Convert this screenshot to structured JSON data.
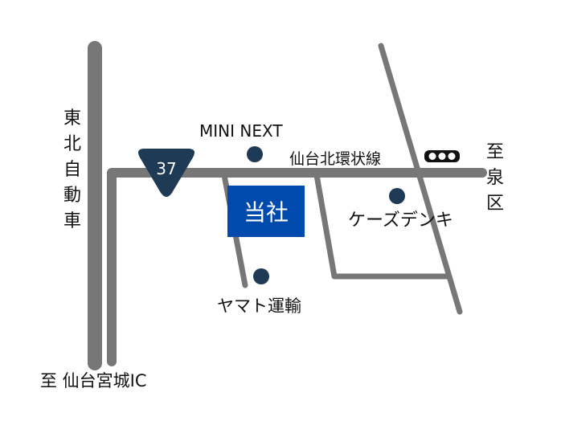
{
  "labels": {
    "expressway": "東北自動車",
    "to_izumi": "至泉区",
    "to_ic": "至 仙台宮城IC",
    "mini": "MINI NEXT",
    "ring_road": "仙台北環状線",
    "ks": "ケーズデンキ",
    "yamato": "ヤマト運輸",
    "company": "当社",
    "route_number": "37"
  },
  "colors": {
    "road": "#777777",
    "marker": "#1f3a55",
    "company": "#004aad"
  }
}
